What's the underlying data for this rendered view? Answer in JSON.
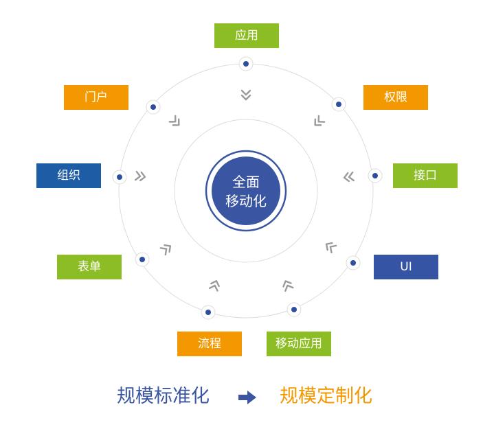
{
  "center": {
    "line1": "全面",
    "line2": "移动化"
  },
  "nodes": [
    {
      "key": "app",
      "label": "应用",
      "color": "#8dbd24"
    },
    {
      "key": "rights",
      "label": "权限",
      "color": "#f39800"
    },
    {
      "key": "api",
      "label": "接口",
      "color": "#8dbd24"
    },
    {
      "key": "ui",
      "label": "UI",
      "color": "#3554a4"
    },
    {
      "key": "mobile",
      "label": "移动应用",
      "color": "#8dbd24"
    },
    {
      "key": "process",
      "label": "流程",
      "color": "#f39800"
    },
    {
      "key": "form",
      "label": "表单",
      "color": "#8dbd24"
    },
    {
      "key": "org",
      "label": "组织",
      "color": "#1f5ca6"
    },
    {
      "key": "portal",
      "label": "门户",
      "color": "#f39800"
    }
  ],
  "footer": {
    "left": "规模标准化",
    "left_color": "#3a56a3",
    "right": "规模定制化",
    "right_color": "#f39800",
    "arrow_color": "#3a56a3"
  },
  "colors": {
    "ring": "#dcdcdc",
    "center_fill": "#3a56a3",
    "dot": "#2e4f9f",
    "chevron": "#9a9a9a"
  }
}
